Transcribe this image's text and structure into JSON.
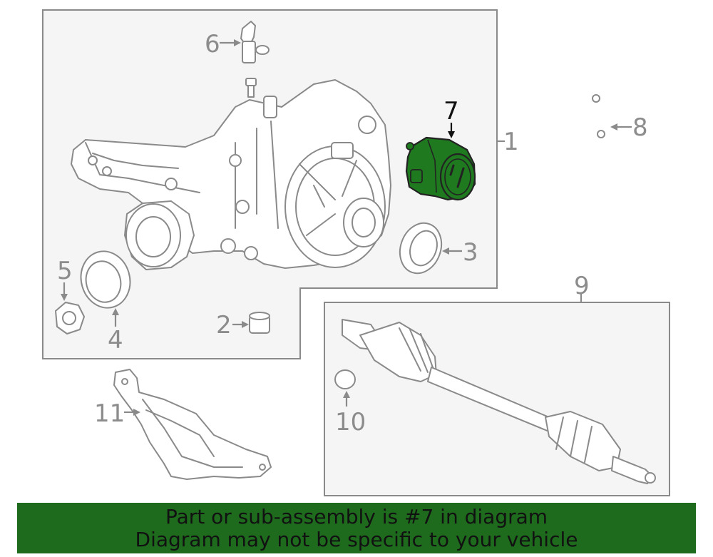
{
  "callouts": {
    "c1": "1",
    "c2": "2",
    "c3": "3",
    "c4": "4",
    "c5": "5",
    "c6": "6",
    "c7": "7",
    "c8": "8",
    "c9": "9",
    "c10": "10",
    "c11": "11"
  },
  "highlight_part": "7",
  "colors": {
    "highlight_fill": "#1f7a1f",
    "banner_background": "#1e6b1e",
    "line_gray": "#8a8a8a",
    "panel_background": "#f5f5f5"
  },
  "banner": {
    "line1": "Part or sub-assembly is #7 in diagram",
    "line2": "Diagram may not be specific to your vehicle"
  }
}
